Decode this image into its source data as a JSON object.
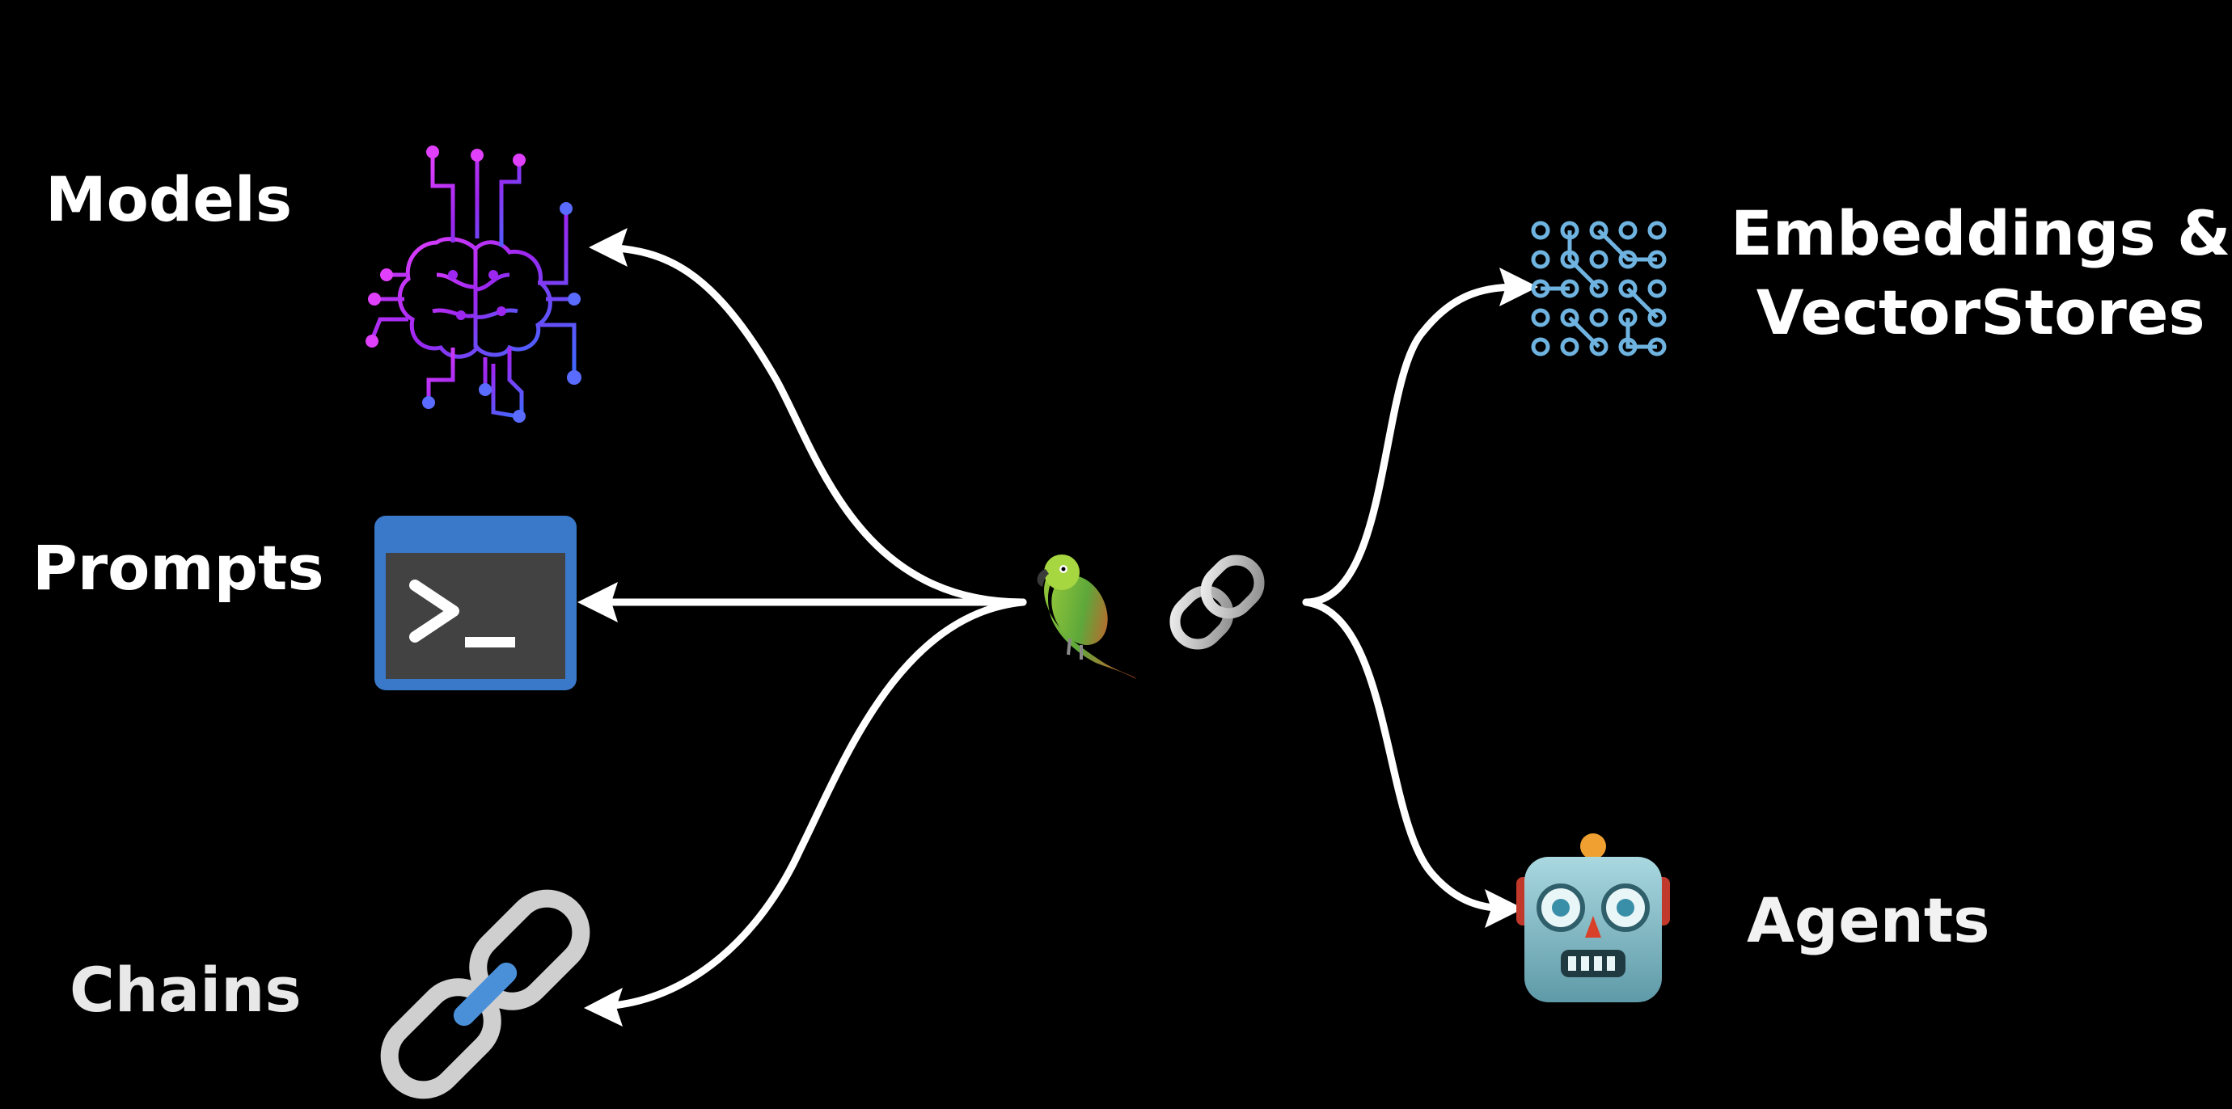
{
  "diagram": {
    "center": {
      "parrot_icon": "parrot-emoji",
      "link_icon": "link-emoji"
    },
    "nodes": {
      "models": {
        "label": "Models",
        "icon": "brain-circuit-icon",
        "accent": "#c233ff"
      },
      "prompts": {
        "label": "Prompts",
        "icon": "terminal-icon",
        "accent": "#3a78c9"
      },
      "chains": {
        "label": "Chains",
        "icon": "chain-link-icon",
        "accent": "#4a90d9"
      },
      "embeddings": {
        "label_line1": "Embeddings &",
        "label_line2": "VectorStores",
        "icon": "vector-grid-icon",
        "accent": "#6fb3e0"
      },
      "agents": {
        "label": "Agents",
        "icon": "robot-icon",
        "accent": "#7fbfd0"
      }
    },
    "colors": {
      "background": "#000000",
      "arrow": "#ffffff",
      "text": "#ffffff"
    }
  }
}
